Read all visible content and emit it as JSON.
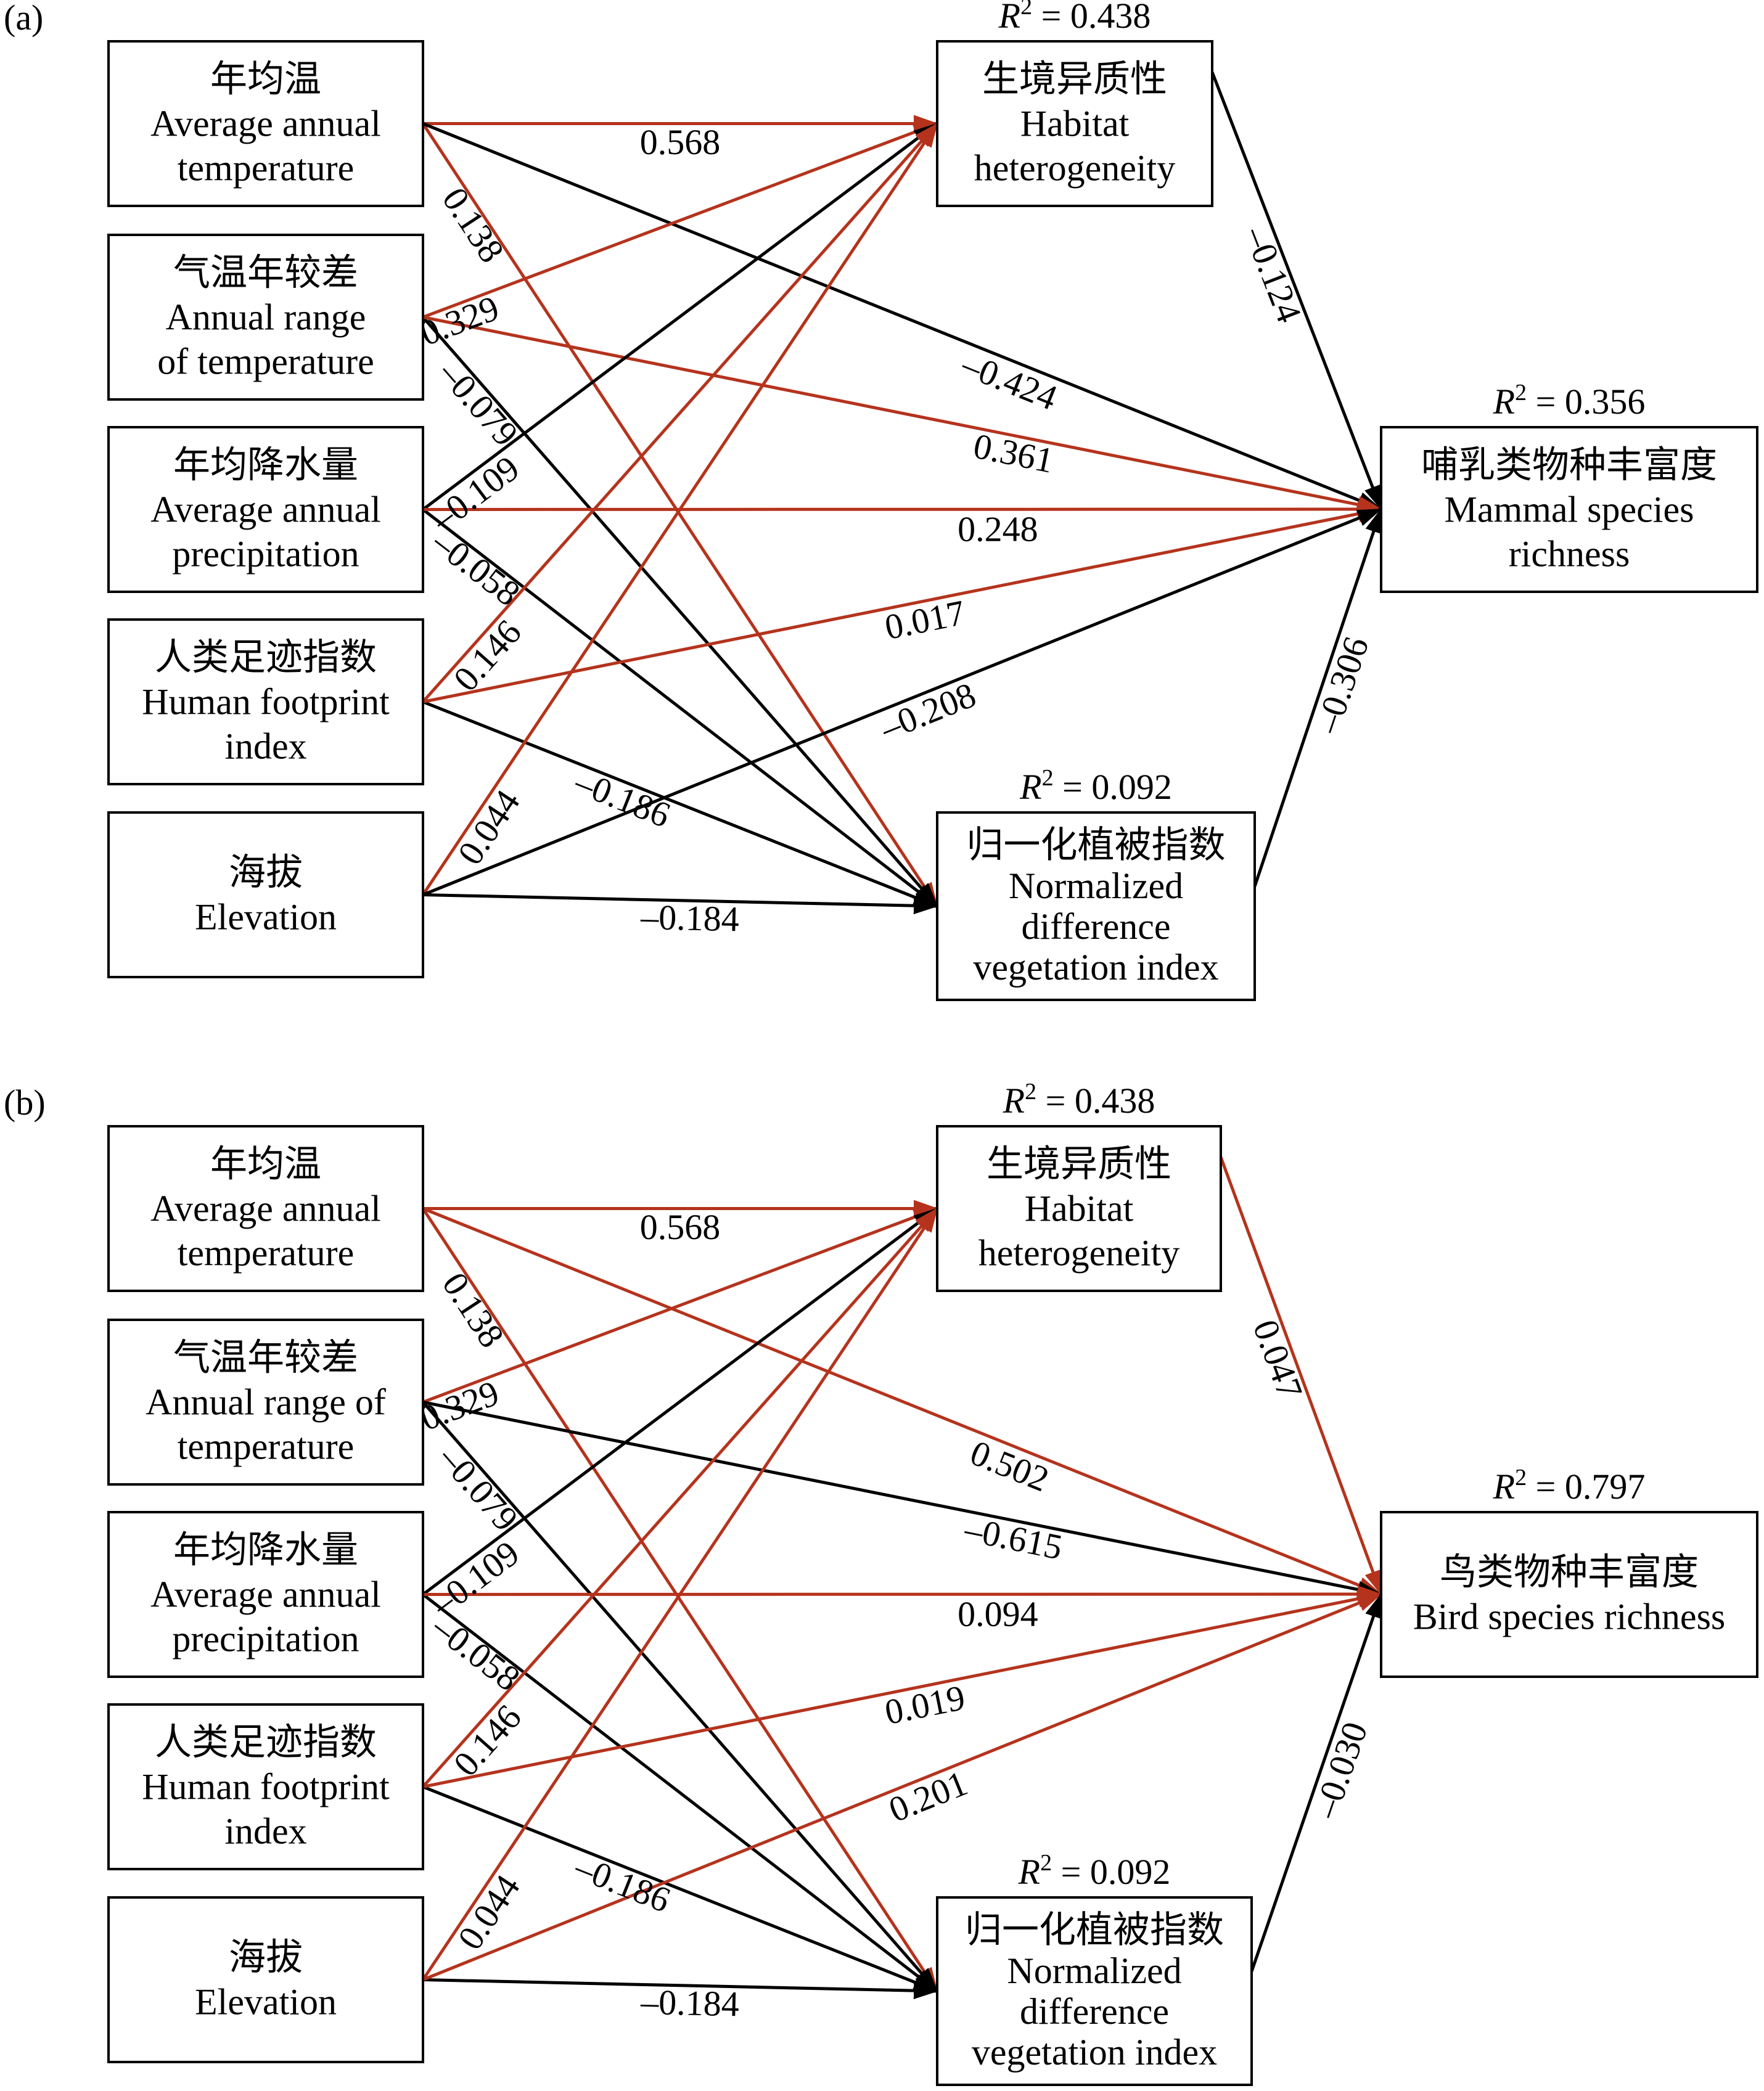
{
  "colors": {
    "positive": "#b5331d",
    "negative": "#000000"
  },
  "panels": [
    {
      "id": "a",
      "label": "(a)",
      "nodes": {
        "tmean": {
          "lines": [
            "年均温",
            "Average annual",
            "temperature"
          ]
        },
        "trange": {
          "lines": [
            "气温年较差",
            "Annual range",
            "of temperature"
          ]
        },
        "precip": {
          "lines": [
            "年均降水量",
            "Average annual",
            "precipitation"
          ]
        },
        "hfp": {
          "lines": [
            "人类足迹指数",
            "Human footprint",
            "index"
          ]
        },
        "elev": {
          "lines": [
            "海拔",
            "Elevation"
          ]
        },
        "hab": {
          "lines": [
            "生境异质性",
            "Habitat",
            "heterogeneity"
          ],
          "r2": "0.438"
        },
        "ndvi": {
          "lines": [
            "归一化植被指数",
            "Normalized",
            "difference",
            "vegetation index"
          ],
          "r2": "0.092"
        },
        "rich": {
          "lines": [
            "哺乳类物种丰富度",
            "Mammal species",
            "richness"
          ],
          "r2": "0.356"
        }
      },
      "edges": [
        {
          "from": "tmean",
          "to": "hab",
          "label": "0.568",
          "sign": "positive"
        },
        {
          "from": "tmean",
          "to": "ndvi",
          "label": "0.138",
          "sign": "positive"
        },
        {
          "from": "tmean",
          "to": "rich",
          "label": "–0.424",
          "sign": "negative"
        },
        {
          "from": "trange",
          "to": "hab",
          "label": "0.329",
          "sign": "positive"
        },
        {
          "from": "trange",
          "to": "ndvi",
          "label": "–0.079",
          "sign": "negative"
        },
        {
          "from": "trange",
          "to": "rich",
          "label": "0.361",
          "sign": "positive"
        },
        {
          "from": "precip",
          "to": "hab",
          "label": "–0.109",
          "sign": "negative"
        },
        {
          "from": "precip",
          "to": "ndvi",
          "label": "–0.058",
          "sign": "negative"
        },
        {
          "from": "precip",
          "to": "rich",
          "label": "0.248",
          "sign": "positive"
        },
        {
          "from": "hfp",
          "to": "hab",
          "label": "0.146",
          "sign": "positive"
        },
        {
          "from": "hfp",
          "to": "ndvi",
          "label": "–0.186",
          "sign": "negative"
        },
        {
          "from": "hfp",
          "to": "rich",
          "label": "0.017",
          "sign": "positive"
        },
        {
          "from": "elev",
          "to": "hab",
          "label": "0.044",
          "sign": "positive"
        },
        {
          "from": "elev",
          "to": "ndvi",
          "label": "–0.184",
          "sign": "negative"
        },
        {
          "from": "elev",
          "to": "rich",
          "label": "–0.208",
          "sign": "negative"
        },
        {
          "from": "hab",
          "to": "rich",
          "label": "–0.124",
          "sign": "negative"
        },
        {
          "from": "ndvi",
          "to": "rich",
          "label": "–0.306",
          "sign": "negative"
        }
      ]
    },
    {
      "id": "b",
      "label": "(b)",
      "nodes": {
        "tmean": {
          "lines": [
            "年均温",
            "Average annual",
            "temperature"
          ]
        },
        "trange": {
          "lines": [
            "气温年较差",
            "Annual range of",
            "temperature"
          ]
        },
        "precip": {
          "lines": [
            "年均降水量",
            "Average annual",
            "precipitation"
          ]
        },
        "hfp": {
          "lines": [
            "人类足迹指数",
            "Human footprint",
            "index"
          ]
        },
        "elev": {
          "lines": [
            "海拔",
            "Elevation"
          ]
        },
        "hab": {
          "lines": [
            "生境异质性",
            "Habitat",
            "heterogeneity"
          ],
          "r2": "0.438"
        },
        "ndvi": {
          "lines": [
            "归一化植被指数",
            "Normalized",
            "difference",
            "vegetation index"
          ],
          "r2": "0.092"
        },
        "rich": {
          "lines": [
            "鸟类物种丰富度",
            "Bird species richness"
          ],
          "r2": "0.797"
        }
      },
      "edges": [
        {
          "from": "tmean",
          "to": "hab",
          "label": "0.568",
          "sign": "positive"
        },
        {
          "from": "tmean",
          "to": "ndvi",
          "label": "0.138",
          "sign": "positive"
        },
        {
          "from": "tmean",
          "to": "rich",
          "label": "0.502",
          "sign": "positive"
        },
        {
          "from": "trange",
          "to": "hab",
          "label": "0.329",
          "sign": "positive"
        },
        {
          "from": "trange",
          "to": "ndvi",
          "label": "–0.079",
          "sign": "negative"
        },
        {
          "from": "trange",
          "to": "rich",
          "label": "–0.615",
          "sign": "negative"
        },
        {
          "from": "precip",
          "to": "hab",
          "label": "–0.109",
          "sign": "negative"
        },
        {
          "from": "precip",
          "to": "ndvi",
          "label": "–0.058",
          "sign": "negative"
        },
        {
          "from": "precip",
          "to": "rich",
          "label": "0.094",
          "sign": "positive"
        },
        {
          "from": "hfp",
          "to": "hab",
          "label": "0.146",
          "sign": "positive"
        },
        {
          "from": "hfp",
          "to": "ndvi",
          "label": "–0.186",
          "sign": "negative"
        },
        {
          "from": "hfp",
          "to": "rich",
          "label": "0.019",
          "sign": "positive"
        },
        {
          "from": "elev",
          "to": "hab",
          "label": "0.044",
          "sign": "positive"
        },
        {
          "from": "elev",
          "to": "ndvi",
          "label": "–0.184",
          "sign": "negative"
        },
        {
          "from": "elev",
          "to": "rich",
          "label": "0.201",
          "sign": "positive"
        },
        {
          "from": "hab",
          "to": "rich",
          "label": "0.047",
          "sign": "positive"
        },
        {
          "from": "ndvi",
          "to": "rich",
          "label": "–0.030",
          "sign": "negative"
        }
      ]
    }
  ]
}
